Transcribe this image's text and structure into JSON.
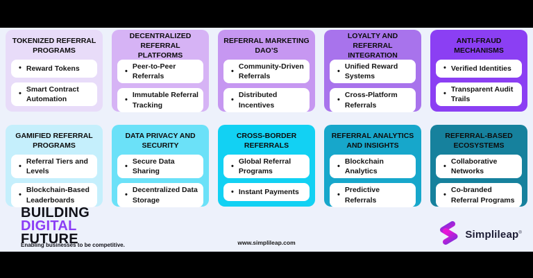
{
  "page": {
    "background": "#edf1fb",
    "top_bar_color": "#000000",
    "bottom_bar_color": "#000000"
  },
  "glyphs": {
    "bullet": "•"
  },
  "rows": [
    {
      "cards": [
        {
          "title": "TOKENIZED REFERRAL PROGRAMS",
          "bg": "#e8dcf9",
          "items": [
            "Reward Tokens",
            "Smart Contract Automation"
          ]
        },
        {
          "title": "DECENTRALIZED REFERRAL PLATFORMS",
          "bg": "#d6b3f5",
          "items": [
            "Peer-to-Peer Referrals",
            "Immutable Referral Tracking"
          ]
        },
        {
          "title": "REFERRAL MARKETING DAO’S",
          "bg": "#c697f1",
          "items": [
            "Community-Driven Referrals",
            "Distributed Incentives"
          ]
        },
        {
          "title": "LOYALTY AND REFERRAL INTEGRATION",
          "bg": "#a873ec",
          "items": [
            "Unified Reward Systems",
            "Cross-Platform Referrals"
          ]
        },
        {
          "title": "ANTI-FRAUD MECHANISMS",
          "bg": "#8b3ff3",
          "items": [
            "Verified Identities",
            "Transparent Audit Trails"
          ]
        }
      ]
    },
    {
      "cards": [
        {
          "title": "GAMIFIED REFERRAL PROGRAMS",
          "bg": "#c5effc",
          "items": [
            "Referral Tiers and Levels",
            "Blockchain-Based Leaderboards"
          ]
        },
        {
          "title": "DATA PRIVACY AND SECURITY",
          "bg": "#6be1f8",
          "items": [
            "Secure Data Sharing",
            "Decentralized Data Storage"
          ]
        },
        {
          "title": "CROSS-BORDER REFERRALS",
          "bg": "#12d1f3",
          "items": [
            "Global Referral Programs",
            "Instant Payments"
          ]
        },
        {
          "title": "REFERRAL ANALYTICS AND INSIGHTS",
          "bg": "#17a7cb",
          "items": [
            "Blockchain Analytics",
            "Predictive Referrals"
          ]
        },
        {
          "title": "REFERRAL-BASED ECOSYSTEMS",
          "bg": "#16819d",
          "items": [
            "Collaborative Networks",
            "Co-branded Referral Programs"
          ]
        }
      ]
    }
  ],
  "footer": {
    "headline_line1": "BUILDING",
    "headline_line2": "DIGITAL",
    "headline_line3": "FUTURE",
    "headline_accent_color": "#8b3df5",
    "tagline": "Enabling businesses to be competitive.",
    "website": "www.simplileap.com",
    "brand_name": "Simplileap",
    "brand_registered_mark": "®",
    "logo_colors": {
      "purple": "#7b2fdb",
      "magenta": "#e617d6"
    }
  }
}
